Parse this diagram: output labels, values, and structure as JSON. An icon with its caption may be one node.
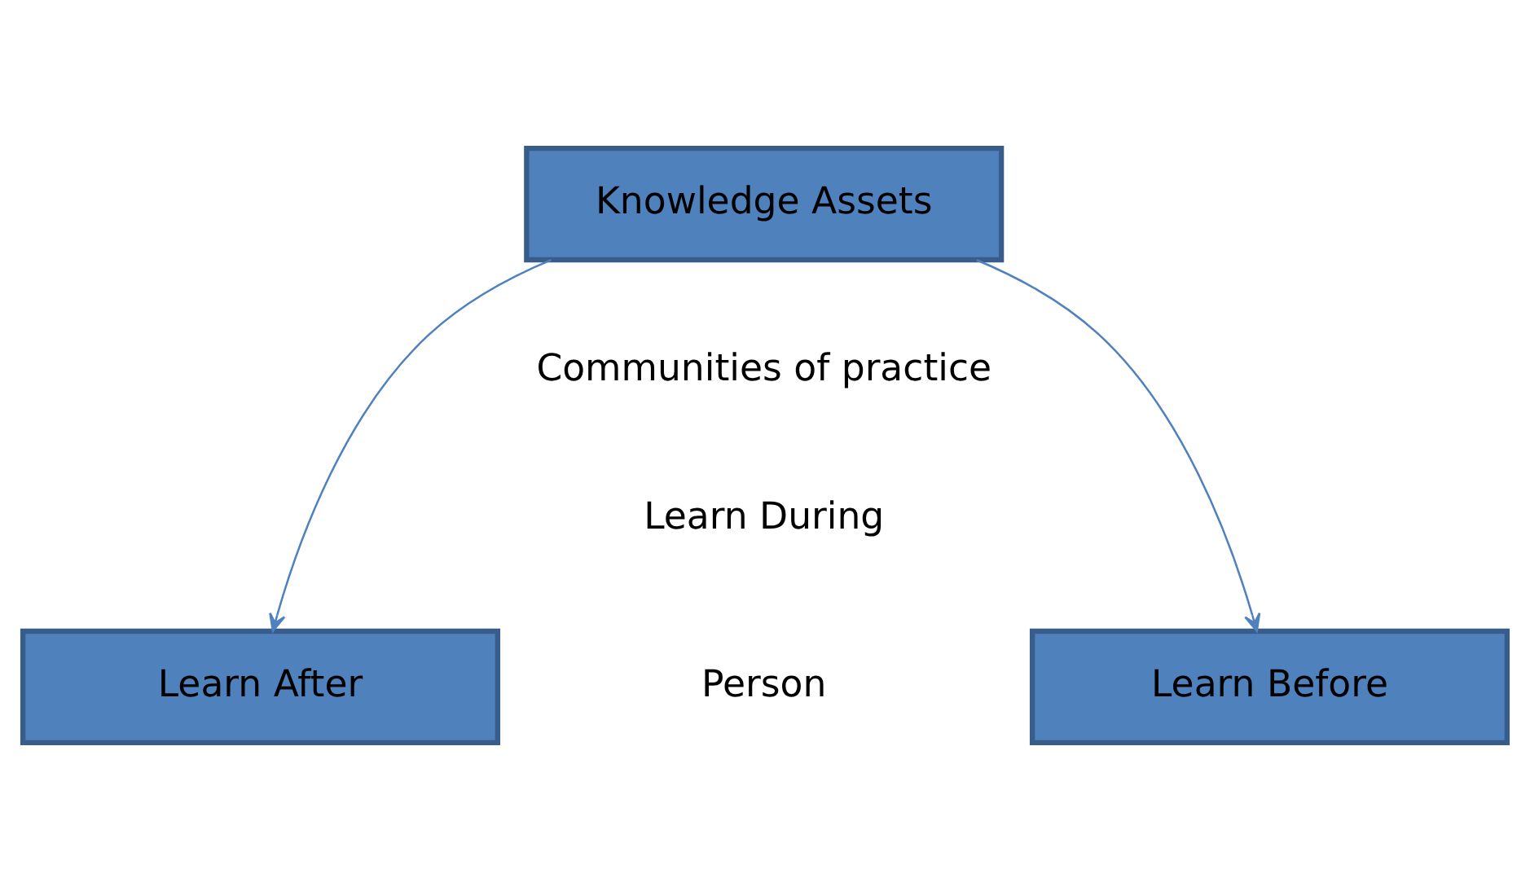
{
  "diagram": {
    "nodes": [
      {
        "text": [
          "Knowledge Assets"
        ]
      },
      {
        "text": [
          "Learn After"
        ]
      },
      {
        "text": [
          "Learn Before"
        ]
      }
    ],
    "edges": [
      {
        "from": 0,
        "to": 1,
        "arrow": "to"
      },
      {
        "from": 0,
        "to": 2,
        "arrow": "to"
      }
    ],
    "labels": [
      "Communities of practice",
      "Learn During",
      "Person"
    ]
  }
}
